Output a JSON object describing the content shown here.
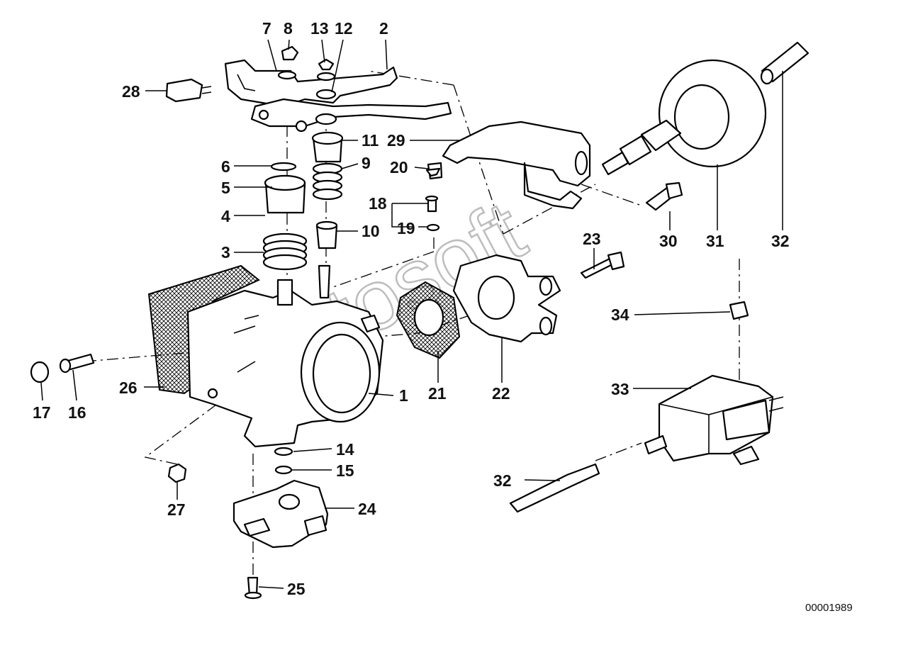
{
  "diagram": {
    "document_number": "00001989",
    "watermark": "Autosoft",
    "callouts": [
      "7",
      "8",
      "13",
      "12",
      "2",
      "28",
      "29",
      "11",
      "6",
      "20",
      "9",
      "5",
      "18",
      "4",
      "19",
      "10",
      "3",
      "23",
      "30",
      "31",
      "32",
      "34",
      "26",
      "1",
      "21",
      "22",
      "33",
      "17",
      "16",
      "14",
      "15",
      "27",
      "24",
      "25",
      "32"
    ]
  }
}
